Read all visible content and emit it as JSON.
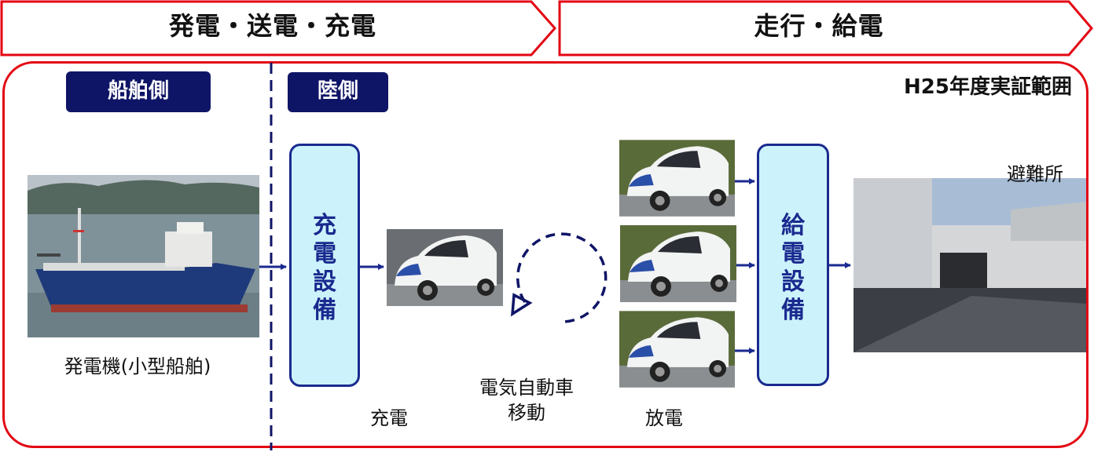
{
  "header": {
    "left_stage": "発電・送電・充電",
    "right_stage": "走行・給電"
  },
  "scope_label": "H25年度実証範囲",
  "sections": {
    "ship_side": "船舶側",
    "land_side": "陸側"
  },
  "equipment": {
    "charging": [
      "充",
      "電",
      "設",
      "備"
    ],
    "supply": [
      "給",
      "電",
      "設",
      "備"
    ]
  },
  "captions": {
    "generator": "発電機(小型船舶)",
    "charge": "充電",
    "ev_move_line1": "電気自動車",
    "ev_move_line2": "移動",
    "discharge": "放電",
    "shelter": "避難所"
  },
  "colors": {
    "frame_red": "#e30613",
    "navy": "#0f1566",
    "equipment_fill": "#ccf3fb",
    "equipment_border": "#1a2a8f",
    "arrow": "#1a2a8f"
  }
}
